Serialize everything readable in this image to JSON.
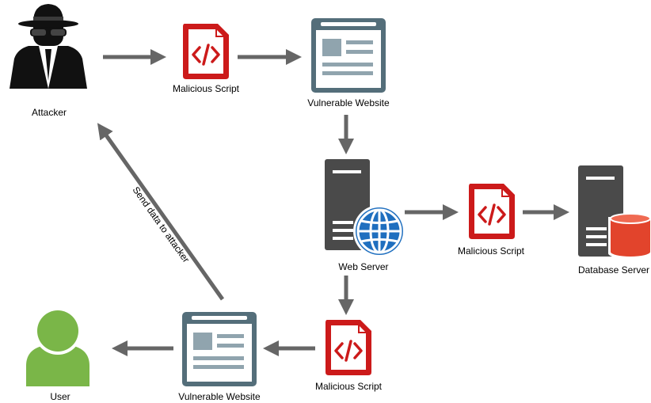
{
  "labels": {
    "attacker": "Attacker",
    "script_top": "Malicious Script",
    "website_top": "Vulnerable Website",
    "web_server": "Web Server",
    "script_mid": "Malicious Script",
    "database_server": "Database Server",
    "script_bottom": "Malicious Script",
    "website_bottom": "Vulnerable Website",
    "user": "User",
    "edge_send_data": "Send data to attacker"
  },
  "colors": {
    "arrow": "#666666",
    "script_red": "#cc1a1a",
    "browser_slate": "#546e7a",
    "server_dark": "#4a4a4a",
    "globe_blue": "#1f6fbf",
    "db_red": "#e2442c",
    "user_green": "#7ab648",
    "attacker_black": "#111111"
  },
  "icons": {
    "attacker": "spy-icon",
    "script": "code-file-icon",
    "website": "browser-window-icon",
    "web_server": "server-globe-icon",
    "database_server": "server-database-icon",
    "user": "user-icon"
  }
}
